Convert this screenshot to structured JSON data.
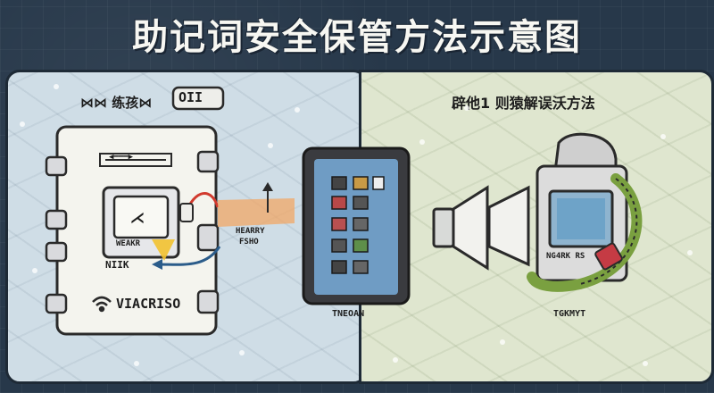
{
  "title": "助记词安全保管方法示意图",
  "left_panel": {
    "heading": "⋈⋈ 练孩⋈",
    "heading_badge": "OII",
    "ribbon_text": "◀━━━▶",
    "card_icon": "⋌",
    "card_code": "WEAKR",
    "card_sub": "NIIK",
    "arrow_label_1": "HEARRY",
    "arrow_label_2": "FSHO",
    "wifi_label": "VIACRISO"
  },
  "middle": {
    "tablet_label": "TNEOAN"
  },
  "right_panel": {
    "heading": "辟他1  则猿解误沃方法",
    "device_code": "NG4RK RS",
    "device_label": "TGKMYT"
  },
  "colors": {
    "left_bg": "#cfdde6",
    "right_bg": "#dfe6cf",
    "arrow_red": "#d13a2e",
    "arrow_blue": "#2b5c8a",
    "highlight_yellow": "#f2c230",
    "cable_green": "#7aa040"
  },
  "icons": [
    "wifi-icon",
    "speaker-icon",
    "arrow-up-icon",
    "arrow-left-icon"
  ]
}
